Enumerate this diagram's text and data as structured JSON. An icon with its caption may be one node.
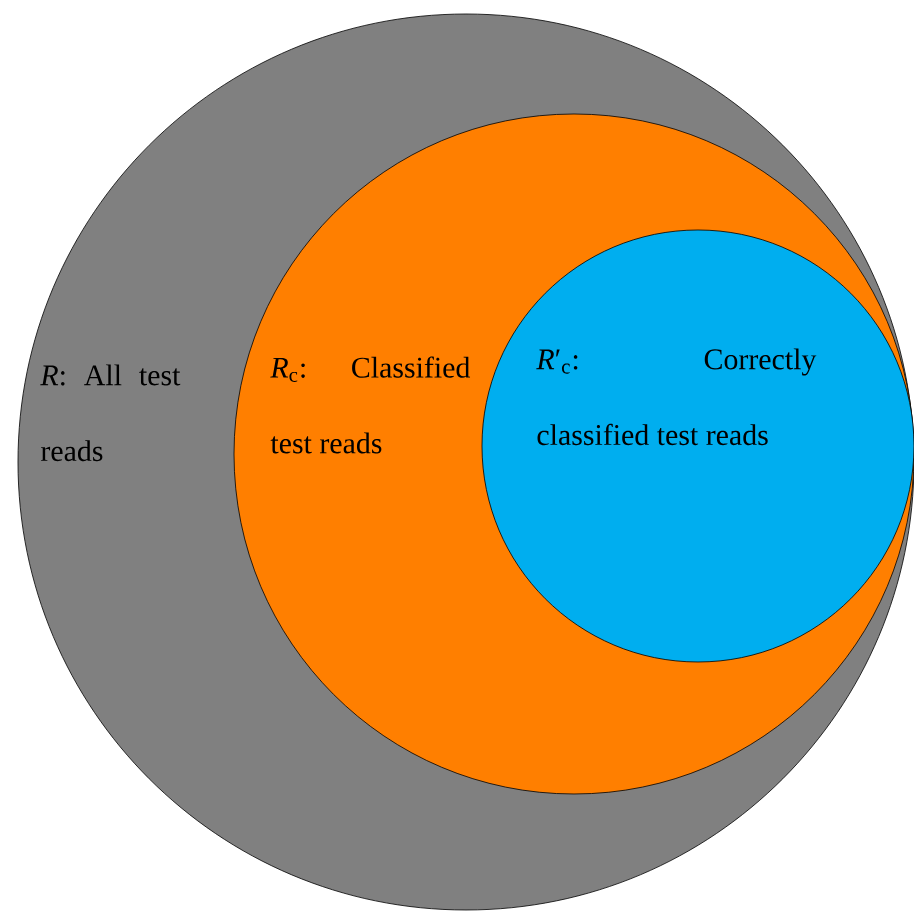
{
  "diagram": {
    "nodes": [
      {
        "text": [
          "*R*: All test reads"
        ]
      },
      {
        "text": [
          "*R*$_{c}$: Classified test reads"
        ],
        "in": 0
      },
      {
        "text": [
          "*R*′$_{c}$: Correctly classified test reads"
        ],
        "in": 1
      }
    ]
  }
}
